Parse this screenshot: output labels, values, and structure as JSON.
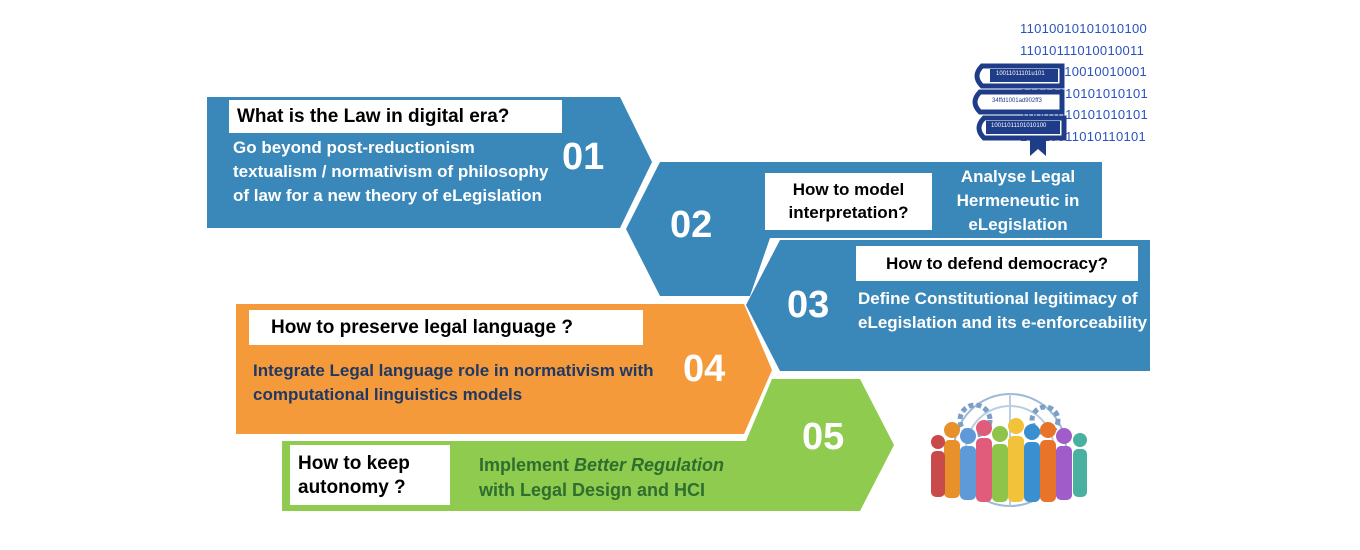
{
  "steps": [
    {
      "number": "01",
      "question": "What is the Law in digital era?",
      "answer": "Go beyond post-reductionism textualism / normativism of philosophy of law for a new theory of eLegislation",
      "color": "#3a87ba"
    },
    {
      "number": "02",
      "question": "How to model interpretation?",
      "answer": "Analyse Legal Hermeneutic in eLegislation",
      "color": "#3a87ba"
    },
    {
      "number": "03",
      "question": "How to defend democracy?",
      "answer": "Define Constitutional legitimacy of eLegislation and its e-enforceability",
      "color": "#3a87ba"
    },
    {
      "number": "04",
      "question": "How to preserve legal language ?",
      "answer": "Integrate Legal language role in normativism with computational linguistics models",
      "color": "#f59a3a"
    },
    {
      "number": "05",
      "question": "How to keep autonomy ?",
      "answer_pre": "Implement ",
      "answer_em": "Better Regulation",
      "answer_post": "with Legal Design and HCI",
      "color": "#8fcb4e"
    }
  ],
  "binary_lines": [
    "11010010101010100",
    "11010111010010011",
    "10100110010010001",
    "01010010101010101",
    "10001010101010101",
    "10010011010110101"
  ],
  "book_labels": [
    "10011011101u101",
    "34ffd1001ad902ff3",
    "10011011101010100"
  ],
  "icons": {
    "books": "binary-books-icon",
    "crowd": "colorful-crowd-icon"
  }
}
